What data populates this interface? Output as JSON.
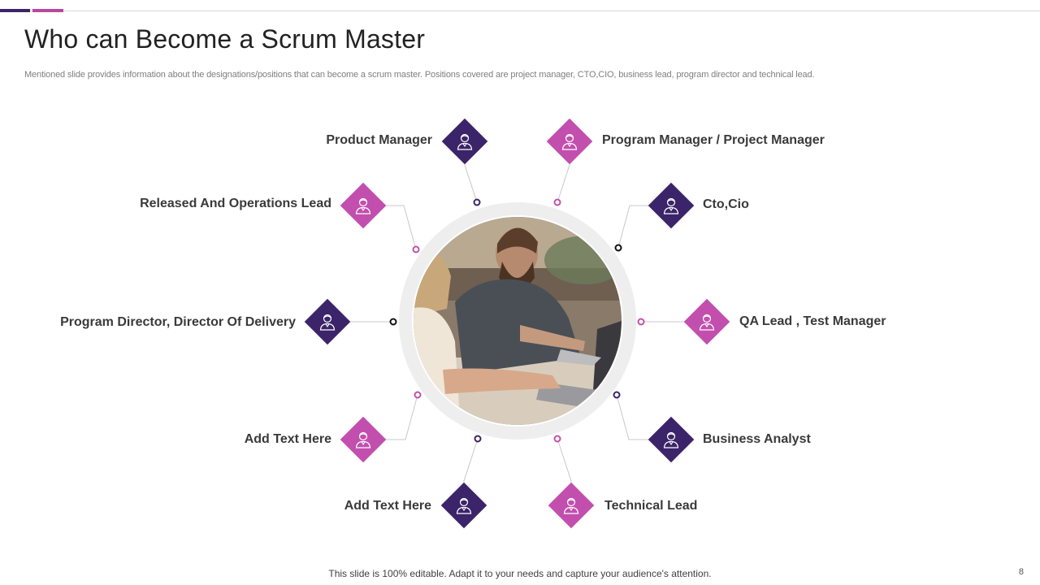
{
  "slide": {
    "title": "Who can Become a Scrum Master",
    "subtitle": "Mentioned slide provides information about the designations/positions that can become a scrum master. Positions covered are project manager, CTO,CIO,  business lead, program director and technical lead.",
    "footer": "This slide is 100% editable. Adapt it to your needs and capture your audience's attention.",
    "page_number": "8"
  },
  "colors": {
    "purple": "#3b2469",
    "pink": "#c24fae",
    "ring": "#eeeeee",
    "line": "#c8c8c8"
  },
  "center_image": {
    "icon": "photo-two-people-laptops"
  },
  "roles": [
    {
      "label": "Product Manager",
      "color": "purple",
      "icon": "user-icon"
    },
    {
      "label": "Program Manager / Project Manager",
      "color": "pink",
      "icon": "user-icon"
    },
    {
      "label": "Released And Operations Lead",
      "color": "pink",
      "icon": "user-icon"
    },
    {
      "label": "Cto,Cio",
      "color": "purple",
      "icon": "user-icon"
    },
    {
      "label": "Program Director, Director Of Delivery",
      "color": "purple",
      "icon": "user-icon"
    },
    {
      "label": "QA Lead ,  Test Manager",
      "color": "pink",
      "icon": "user-icon"
    },
    {
      "label": "Add  Text Here",
      "color": "pink",
      "icon": "user-icon"
    },
    {
      "label": "Business Analyst",
      "color": "purple",
      "icon": "user-icon"
    },
    {
      "label": "Add  Text Here",
      "color": "purple",
      "icon": "user-icon"
    },
    {
      "label": "Technical Lead",
      "color": "pink",
      "icon": "user-icon"
    }
  ]
}
